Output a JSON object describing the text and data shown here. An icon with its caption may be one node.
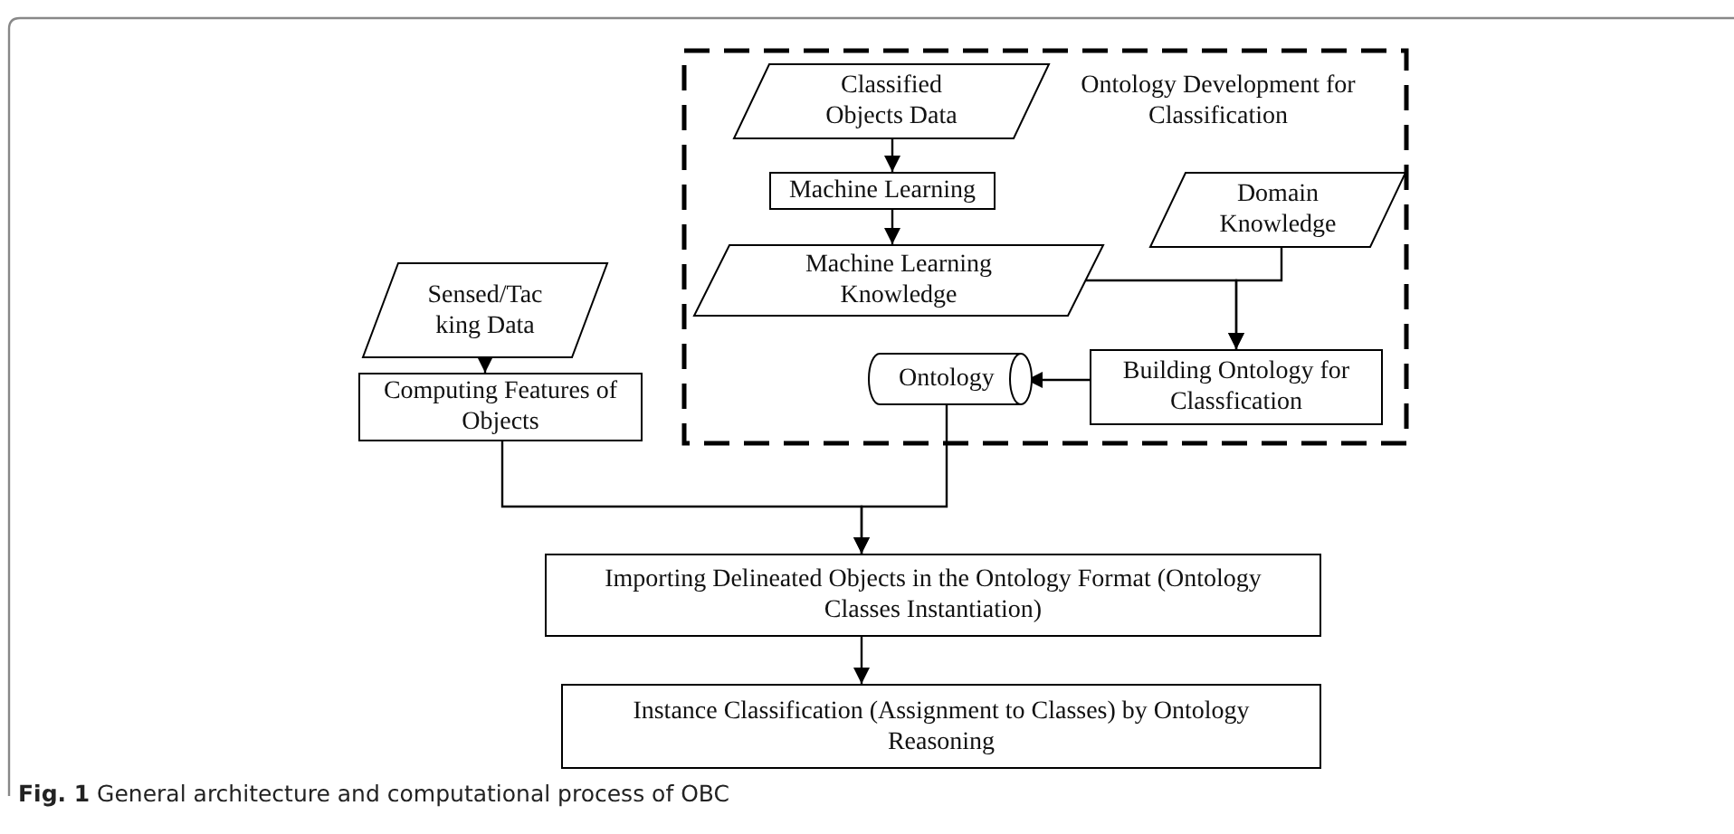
{
  "diagram": {
    "caption": "**Fig. 1** General architecture and computational process of OBC",
    "nodes": [
      {
        "text": [
          "Ontology Development for Classification"
        ]
      },
      {
        "text": [
          "Classified Objects Data"
        ],
        "in": 0
      },
      {
        "text": [
          "Machine Learning"
        ],
        "in": 0
      },
      {
        "text": [
          "Machine Learning Knowledge"
        ],
        "in": 0
      },
      {
        "text": [
          "Domain Knowledge"
        ],
        "in": 0
      },
      {
        "text": [
          "Building Ontology for Classfication"
        ],
        "in": 0
      },
      {
        "text": [
          "Ontology"
        ],
        "in": 0
      },
      {
        "text": [
          "Sensed/Tac king Data"
        ]
      },
      {
        "text": [
          "Computing Features of Objects"
        ]
      },
      {
        "text": [
          "Importing Delineated Objects in the Ontology Format (Ontology Classes Instantiation)"
        ]
      },
      {
        "text": [
          "Instance Classification (Assignment to Classes) by Ontology Reasoning"
        ]
      }
    ],
    "edges": [
      {
        "from": 1,
        "to": 2,
        "arrow": "to"
      },
      {
        "from": 2,
        "to": 3,
        "arrow": "to"
      },
      {
        "from": 3,
        "to": 5,
        "arrow": "to"
      },
      {
        "from": 4,
        "to": 5,
        "arrow": "to"
      },
      {
        "from": 5,
        "to": 6,
        "arrow": "to"
      },
      {
        "from": 7,
        "to": 8,
        "arrow": "to"
      },
      {
        "from": 8,
        "to": 9,
        "arrow": "to"
      },
      {
        "from": 6,
        "to": 9,
        "arrow": "to"
      },
      {
        "from": 9,
        "to": 10,
        "arrow": "to"
      }
    ]
  }
}
